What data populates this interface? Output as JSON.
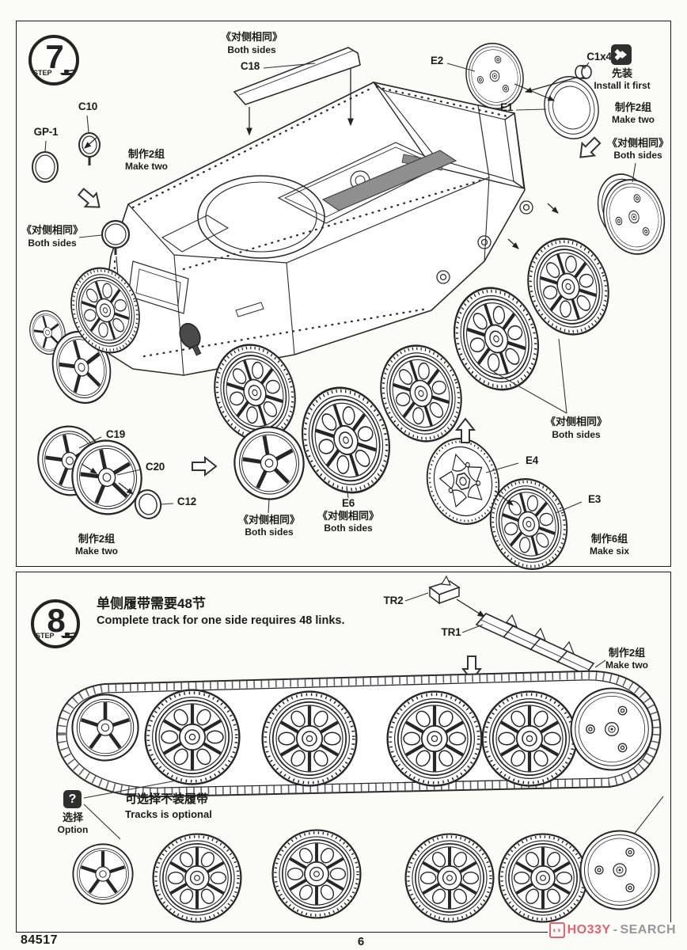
{
  "page": {
    "kit_number": "84517",
    "page_number": "6"
  },
  "watermark": {
    "brand_primary": "HO33Y",
    "separator": "-",
    "brand_secondary": "SEARCH",
    "color_primary": "#dd6472",
    "color_secondary": "#97979b"
  },
  "strings": {
    "step_label": "STEP",
    "both_sides_cn": "《对侧相同》",
    "both_sides_en": "Both sides",
    "make_two_cn": "制作2组",
    "make_two_en": "Make two",
    "make_six_cn": "制作6组",
    "make_six_en": "Make six",
    "install_first_cn": "先装",
    "install_first_en": "Install it first"
  },
  "icons": {
    "step_badge": "tank-icon",
    "install_first": "double-chevron-icon",
    "option": "question-mark-icon",
    "watermark": "hobby-search-logo-icon"
  },
  "step7": {
    "number": "7",
    "parts": {
      "c18": "C18",
      "gp1": "GP-1",
      "c10": "C10",
      "e2": "E2",
      "e1": "E1",
      "c1x4": "C1x4",
      "c19": "C19",
      "c20": "C20",
      "c12": "C12",
      "e6": "E6",
      "e4": "E4",
      "e3": "E3"
    }
  },
  "step8": {
    "number": "8",
    "title_cn": "单侧履带需要48节",
    "title_en": "Complete track for one side requires 48 links.",
    "parts": {
      "tr2": "TR2",
      "tr1": "TR1"
    },
    "option_mark": "?",
    "option_cn": "选择",
    "option_en": "Option",
    "optional_cn": "可选择不装履带",
    "optional_en": "Tracks is optional"
  }
}
